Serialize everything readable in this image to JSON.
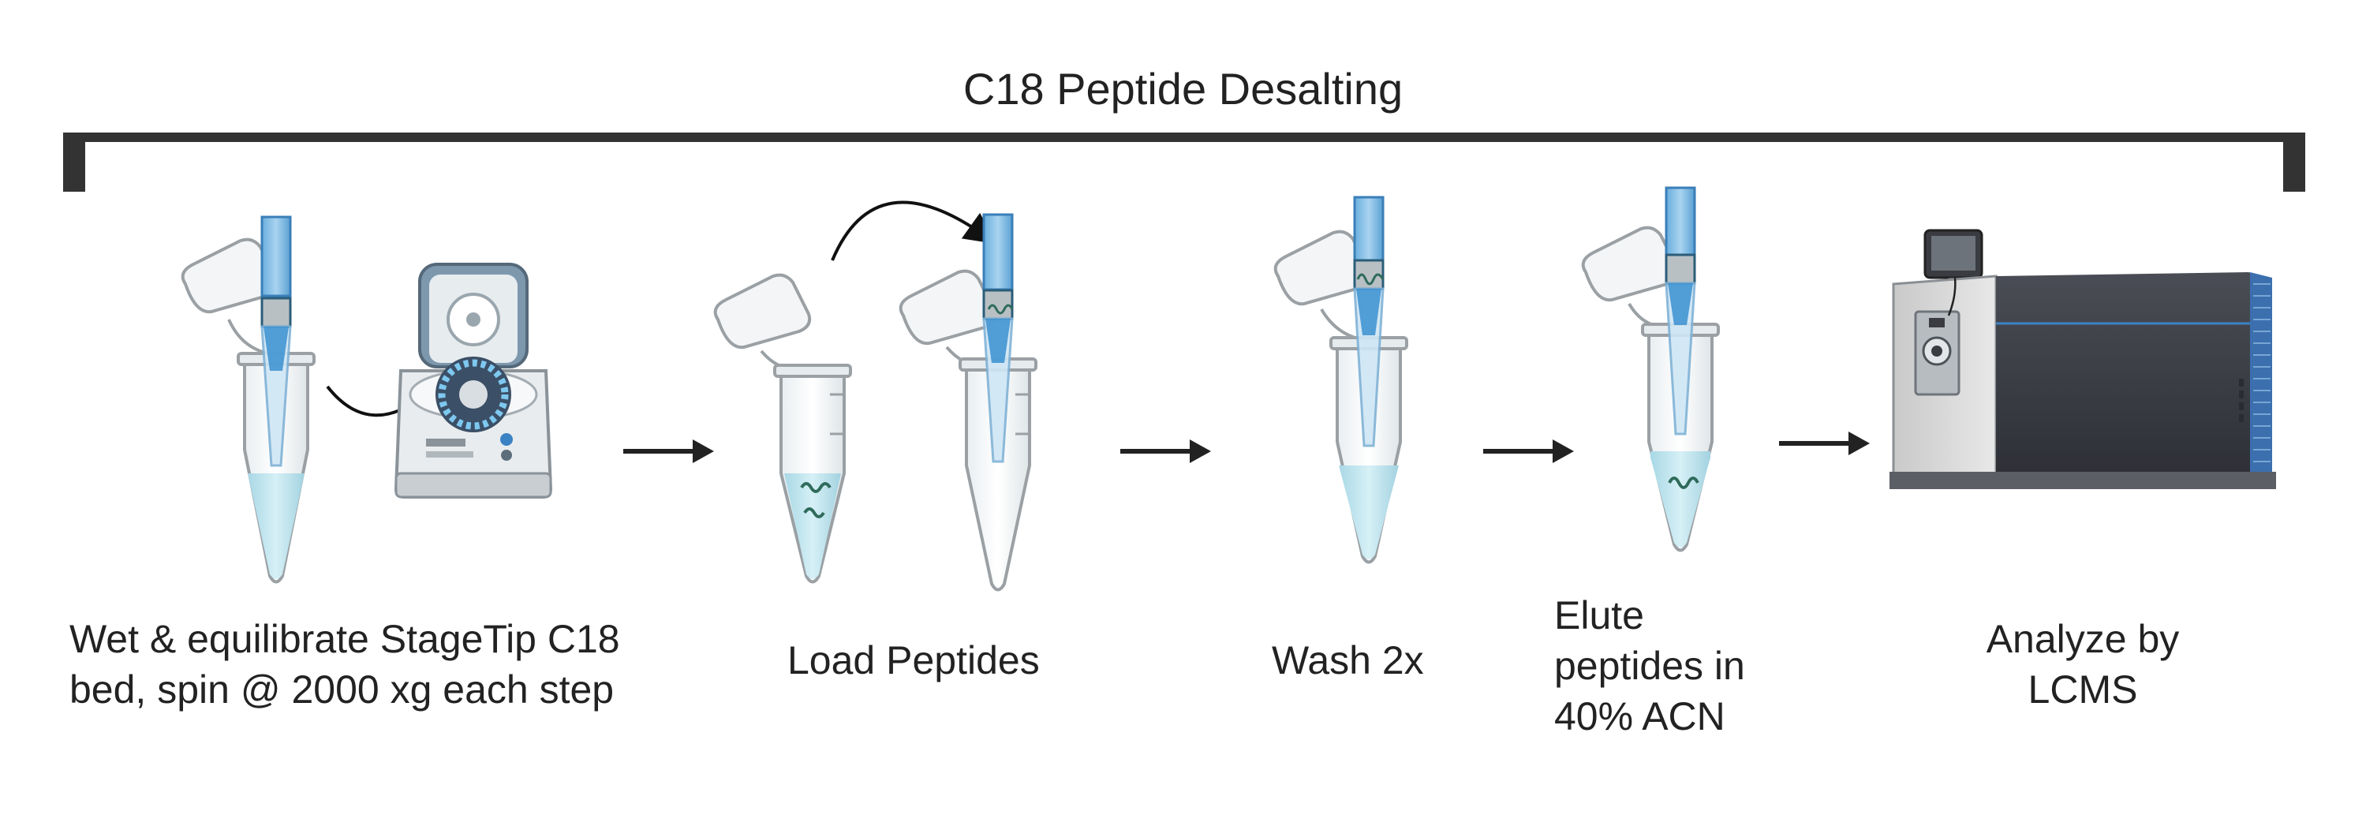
{
  "title": "C18 Peptide Desalting",
  "steps": [
    {
      "line1": "Wet & equilibrate StageTip C18",
      "line2": "bed, spin @ 2000 xg each step"
    },
    {
      "line1": "Load Peptides"
    },
    {
      "line1": "Wash 2x"
    },
    {
      "line1": "Elute",
      "line2": "peptides in",
      "line3": "40% ACN"
    },
    {
      "line1": "Analyze by",
      "line2": "LCMS"
    }
  ],
  "colors": {
    "bracket": "#333333",
    "arrow": "#222222",
    "tip_blue": "#8cbfe0",
    "tip_dark": "#3a8fd0",
    "liquid": "#bfe3ee",
    "peptide": "#2f6b5a",
    "instrument_dark": "#3a3c42",
    "instrument_light": "#d8d8d8",
    "instrument_accent": "#3b82c4"
  }
}
